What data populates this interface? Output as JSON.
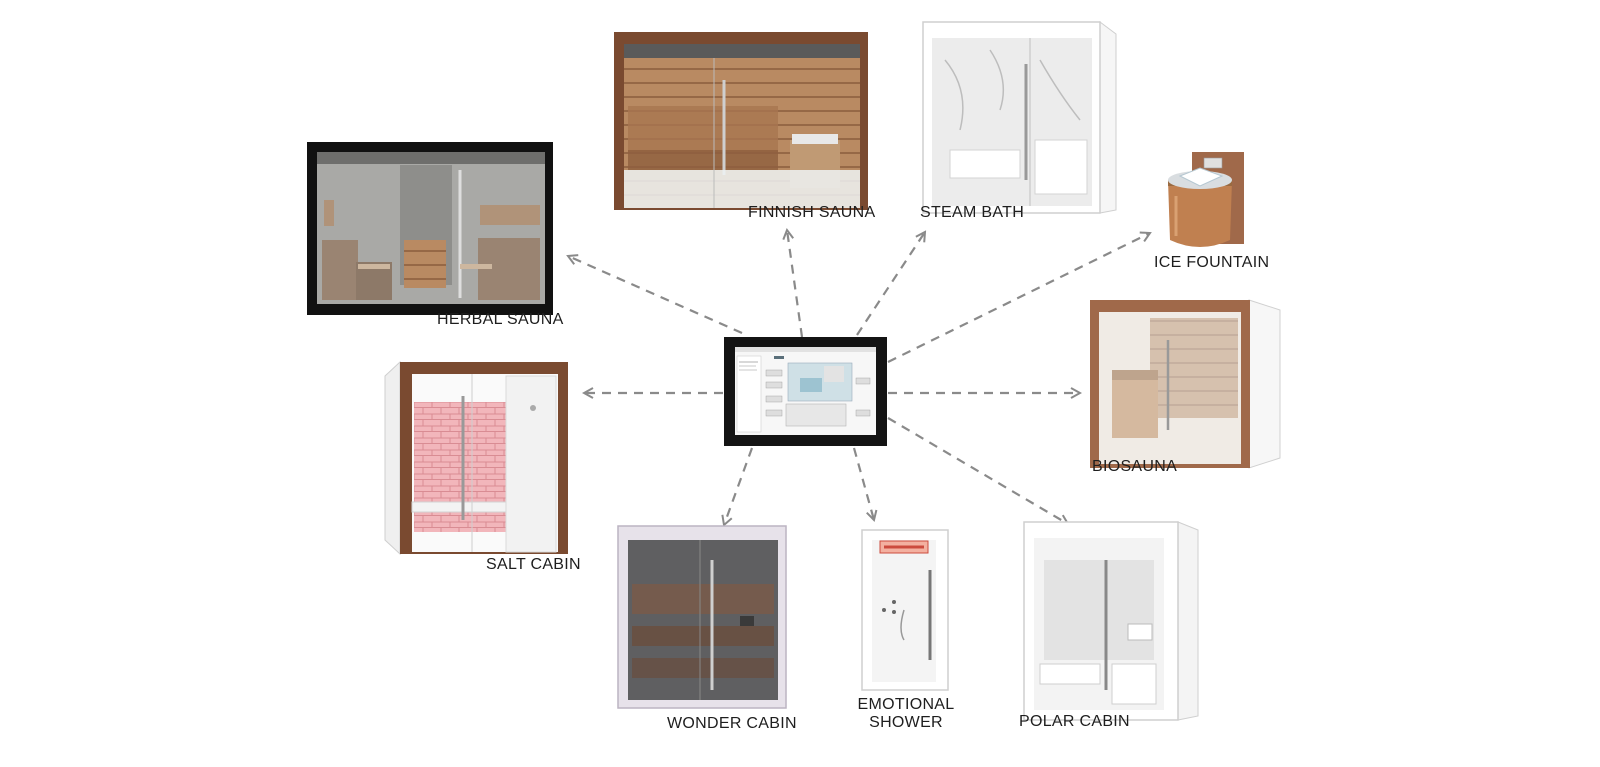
{
  "hub": {
    "icon": "touchscreen-control-panel-icon"
  },
  "arrow_color": "#8a8a8a",
  "colors": {
    "wood": "#a0694a",
    "wood_dark": "#7a4a30",
    "glass": "#eef3f5",
    "frame_black": "#1a1a1a",
    "salt_pink": "#f0b9bd",
    "marble": "#ececec"
  },
  "modules": [
    {
      "id": "finnish-sauna",
      "label": "FINNISH SAUNA",
      "icon": "finnish-sauna-icon"
    },
    {
      "id": "steam-bath",
      "label": "STEAM BATH",
      "icon": "steam-bath-icon"
    },
    {
      "id": "ice-fountain",
      "label": "ICE FOUNTAIN",
      "icon": "ice-fountain-icon"
    },
    {
      "id": "biosauna",
      "label": "BIOSAUNA",
      "icon": "biosauna-icon"
    },
    {
      "id": "polar-cabin",
      "label": "POLAR CABIN",
      "icon": "polar-cabin-icon"
    },
    {
      "id": "emotional-shower",
      "label_line1": "EMOTIONAL",
      "label_line2": "SHOWER",
      "icon": "emotional-shower-icon"
    },
    {
      "id": "wonder-cabin",
      "label": "WONDER CABIN",
      "icon": "wonder-cabin-icon"
    },
    {
      "id": "salt-cabin",
      "label": "SALT CABIN",
      "icon": "salt-cabin-icon"
    },
    {
      "id": "herbal-sauna",
      "label": "HERBAL SAUNA",
      "icon": "herbal-sauna-icon"
    }
  ]
}
